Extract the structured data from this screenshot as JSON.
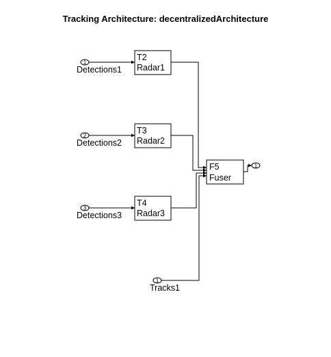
{
  "title": "Tracking Architecture: decentralizedArchitecture",
  "inports": [
    {
      "number": "1",
      "label": "Detections1"
    },
    {
      "number": "2",
      "label": "Detections2"
    },
    {
      "number": "3",
      "label": "Detections3"
    },
    {
      "number": "1",
      "label": "Tracks1"
    }
  ],
  "trackers": [
    {
      "id": "T2",
      "name": "Radar1"
    },
    {
      "id": "T3",
      "name": "Radar2"
    },
    {
      "id": "T4",
      "name": "Radar3"
    }
  ],
  "fuser": {
    "id": "F5",
    "name": "Fuser"
  },
  "outport": {
    "number": "1"
  }
}
